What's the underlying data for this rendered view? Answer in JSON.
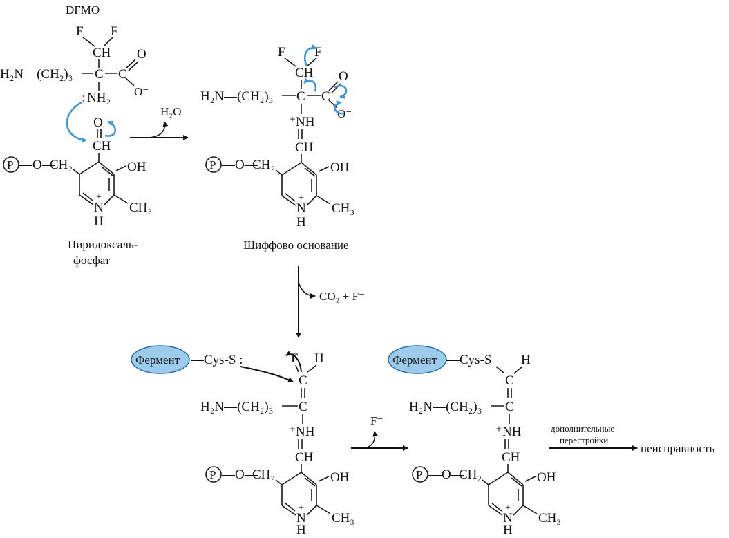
{
  "labels": {
    "dfmo": "DFMO",
    "water": "H₂O",
    "plp_name_1": "Пиридоксаль-",
    "plp_name_2": "фосфат",
    "schiff_base": "Шиффово основание",
    "co2_f": "CO₂ + F⁻",
    "fluoride": "F⁻",
    "enzyme_1": "Фермент",
    "enzyme_2": "Фермент",
    "rearr_1": "дополнительные",
    "rearr_2": "перестройки",
    "result": "неисправность"
  },
  "atoms": {
    "F": "F",
    "H": "H",
    "C": "C",
    "O": "O",
    "CH": "CH",
    "OH": "OH",
    "CH3": "CH₃",
    "CH2": "CH₂",
    "NH2": "NH₂",
    "NH_plus": "⁺NH",
    "NH_ring": "N",
    "plus": "+",
    "O_minus": "O⁻",
    "P": "P",
    "O_link": "—O—",
    "lone_pair": ":",
    "h2n_chain": "H₂N—(CH₂)₃",
    "cys_s": "—Cys-S",
    "cys_s_lp": "—Cys-S :"
  },
  "colors": {
    "arrow_blue": "#3f97cf",
    "enzyme_fill": "#9ccbec",
    "enzyme_stroke": "#2b6ea8",
    "lone_pair_red": "#d8304a",
    "ink": "#111111"
  }
}
